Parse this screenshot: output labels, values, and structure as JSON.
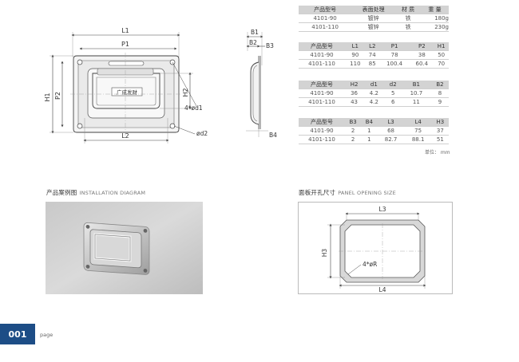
{
  "drawing_labels": {
    "L1": "L1",
    "P1": "P1",
    "L2": "L2",
    "H1": "H1",
    "P2": "P2",
    "H2": "H2",
    "hole": "4*ød1",
    "d2": "ød2",
    "B1": "B1",
    "B2": "B2",
    "B3": "B3",
    "B4": "B4",
    "stamp": "广成发财"
  },
  "tables": [
    {
      "headers": [
        "产品型号",
        "表面处理",
        "材  质",
        "重  量"
      ],
      "rows": [
        [
          "4101-90",
          "镀锌",
          "铁",
          "180g"
        ],
        [
          "4101-110",
          "镀锌",
          "铁",
          "230g"
        ]
      ]
    },
    {
      "headers": [
        "产品型号",
        "L1",
        "L2",
        "P1",
        "P2",
        "H1"
      ],
      "rows": [
        [
          "4101-90",
          "90",
          "74",
          "78",
          "38",
          "50"
        ],
        [
          "4101-110",
          "110",
          "85",
          "100.4",
          "60.4",
          "70"
        ]
      ]
    },
    {
      "headers": [
        "产品型号",
        "H2",
        "d1",
        "d2",
        "B1",
        "B2"
      ],
      "rows": [
        [
          "4101-90",
          "36",
          "4.2",
          "5",
          "10.7",
          "8"
        ],
        [
          "4101-110",
          "43",
          "4.2",
          "6",
          "11",
          "9"
        ]
      ]
    },
    {
      "headers": [
        "产品型号",
        "B3",
        "B4",
        "L3",
        "L4",
        "H3"
      ],
      "rows": [
        [
          "4101-90",
          "2",
          "1",
          "68",
          "75",
          "37"
        ],
        [
          "4101-110",
          "2",
          "1",
          "82.7",
          "88.1",
          "51"
        ]
      ]
    }
  ],
  "unit_note": "单位： mm",
  "installation": {
    "title_cn": "产品案例图",
    "title_en": "INSTALLATION DIAGRAM"
  },
  "panel": {
    "title_cn": "面板开孔尺寸",
    "title_en": "PANEL OPENING SIZE",
    "L3": "L3",
    "L4": "L4",
    "H3": "H3",
    "radius": "4*øR"
  },
  "page": {
    "number": "001",
    "label": "page"
  },
  "colors": {
    "page_badge": "#1d4d86",
    "table_header": "#d3d3d3"
  }
}
